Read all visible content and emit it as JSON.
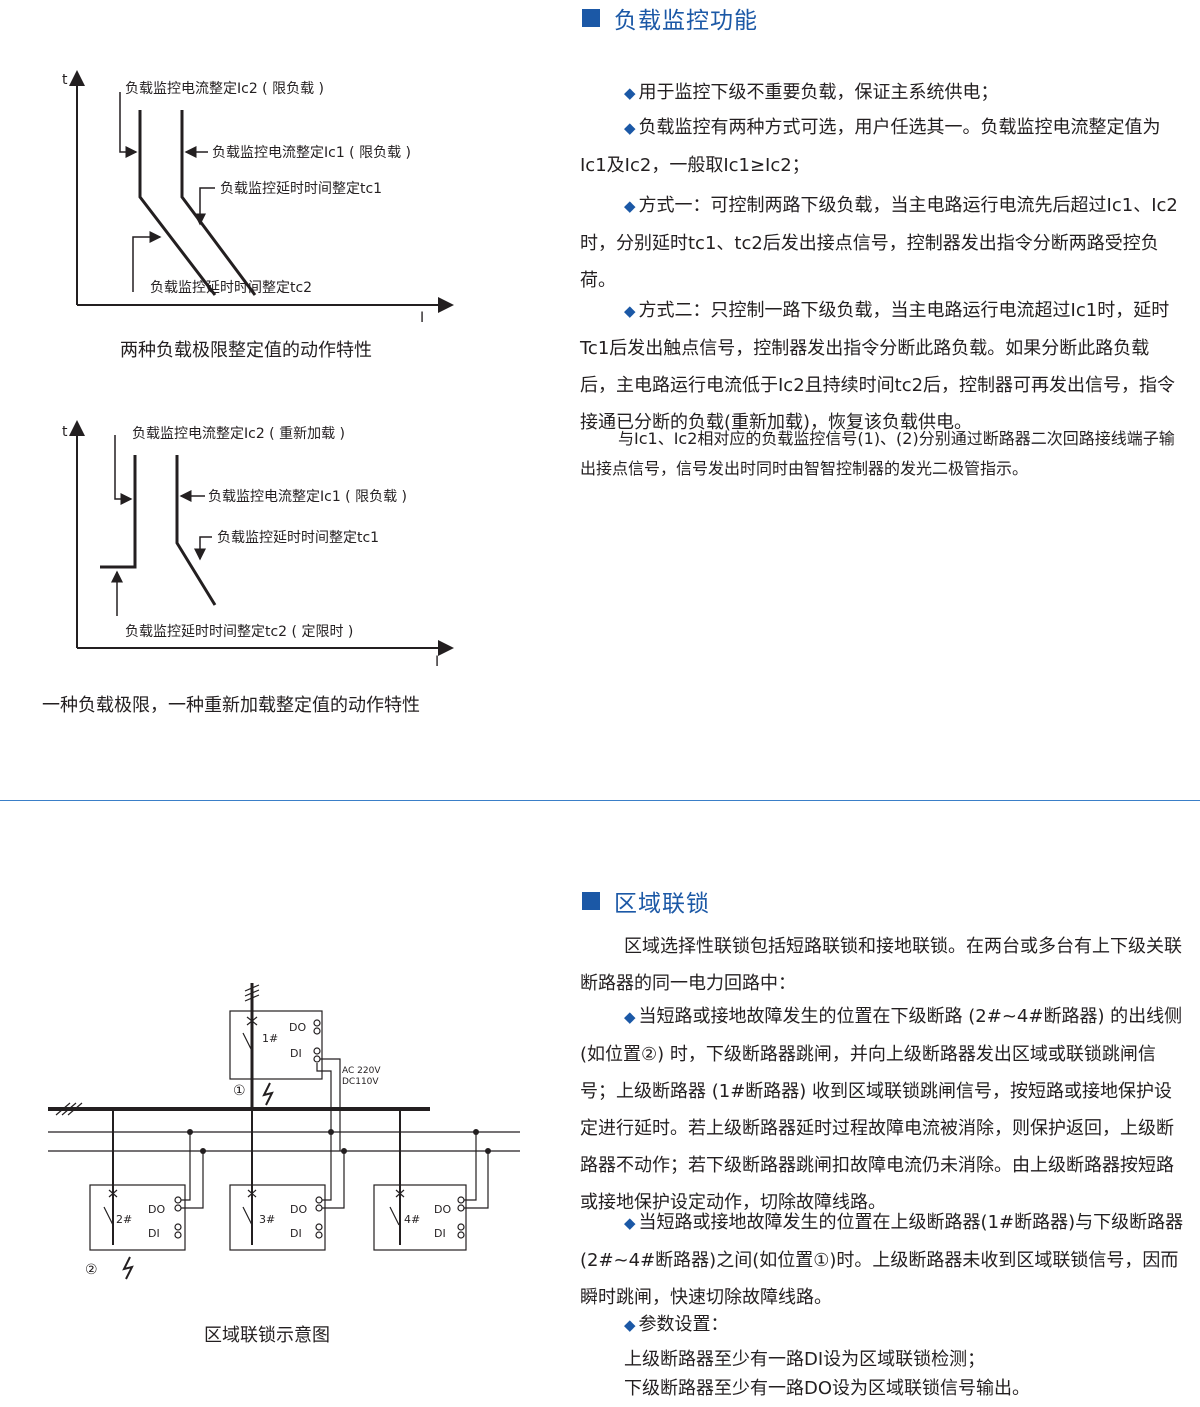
{
  "load": {
    "title": "负载监控功能",
    "paras": [
      "用于监控下级不重要负载，保证主系统供电；",
      "负载监控有两种方式可选，用户任选其一。负载监控电流整定值为Ic1及Ic2，一般取Ic1≥Ic2；",
      "方式一：可控制两路下级负载，当主电路运行电流先后超过Ic1、Ic2时，分别延时tc1、tc2后发出接点信号，控制器发出指令分断两路受控负荷。",
      "方式二：只控制一路下级负载，当主电路运行电流超过Ic1时，延时Tc1后发出触点信号，控制器发出指令分断此路负载。如果分断此路负载后，主电路运行电流低于Ic2且持续时间tc2后，控制器可再发出信号，指令接通已分断的负载(重新加载)，恢复该负载供电。",
      "与Ic1、Ic2相对应的负载监控信号(1)、(2)分别通过断路器二次回路接线端子输出接点信号，信号发出时同时由智智控制器的发光二极管指示。"
    ]
  },
  "zone": {
    "title": "区域联锁",
    "paras": [
      "区域选择性联锁包括短路联锁和接地联锁。在两台或多台有上下级关联断路器的同一电力回路中：",
      "当短路或接地故障发生的位置在下级断路 (2#~4#断路器) 的出线侧 (如位置②) 时，下级断路器跳闸，并向上级断路器发出区域或联锁跳闸信号；上级断路器 (1#断路器) 收到区域联锁跳闸信号，按短路或接地保护设定进行延时。若上级断路器延时过程故障电流被消除，则保护返回，上级断路器不动作；若下级断路器跳闸扣故障电流仍未消除。由上级断路器按短路或接地保护设定动作，切除故障线路。",
      "当短路或接地故障发生的位置在上级断路器(1#断路器)与下级断路器(2#~4#断路器)之间(如位置①)时。上级断路器未收到区域联锁信号，因而瞬时跳闸，快速切除故障线路。",
      "参数设置：",
      "上级断路器至少有一路DI设为区域联锁检测；",
      "下级断路器至少有一路DO设为区域联锁信号输出。"
    ]
  },
  "chart1": {
    "axis_t": "t",
    "axis_i": "I",
    "label_ic2": "负载监控电流整定Ic2 ( 限负载 )",
    "label_ic1": "负载监控电流整定Ic1 ( 限负载 )",
    "label_tc1": "负载监控延时时间整定tc1",
    "label_tc2": "负载监控延时时间整定tc2",
    "caption": "两种负载极限整定值的动作特性"
  },
  "chart2": {
    "axis_t": "t",
    "axis_i": "I",
    "label_ic2": "负载监控电流整定Ic2 ( 重新加载 )",
    "label_ic1": "负载监控电流整定Ic1 ( 限负载 )",
    "label_tc1": "负载监控延时时间整定tc1",
    "label_tc2": "负载监控延时时间整定tc2 ( 定限时 )",
    "caption": "一种负载极限，一种重新加载整定值的动作特性"
  },
  "wiring": {
    "b1": "1#",
    "b2": "2#",
    "b3": "3#",
    "b4": "4#",
    "do": "DO",
    "di": "DI",
    "ac": "AC 220V",
    "dc": "DC110V",
    "pos1": "①",
    "pos2": "②",
    "caption": "区域联锁示意图"
  }
}
